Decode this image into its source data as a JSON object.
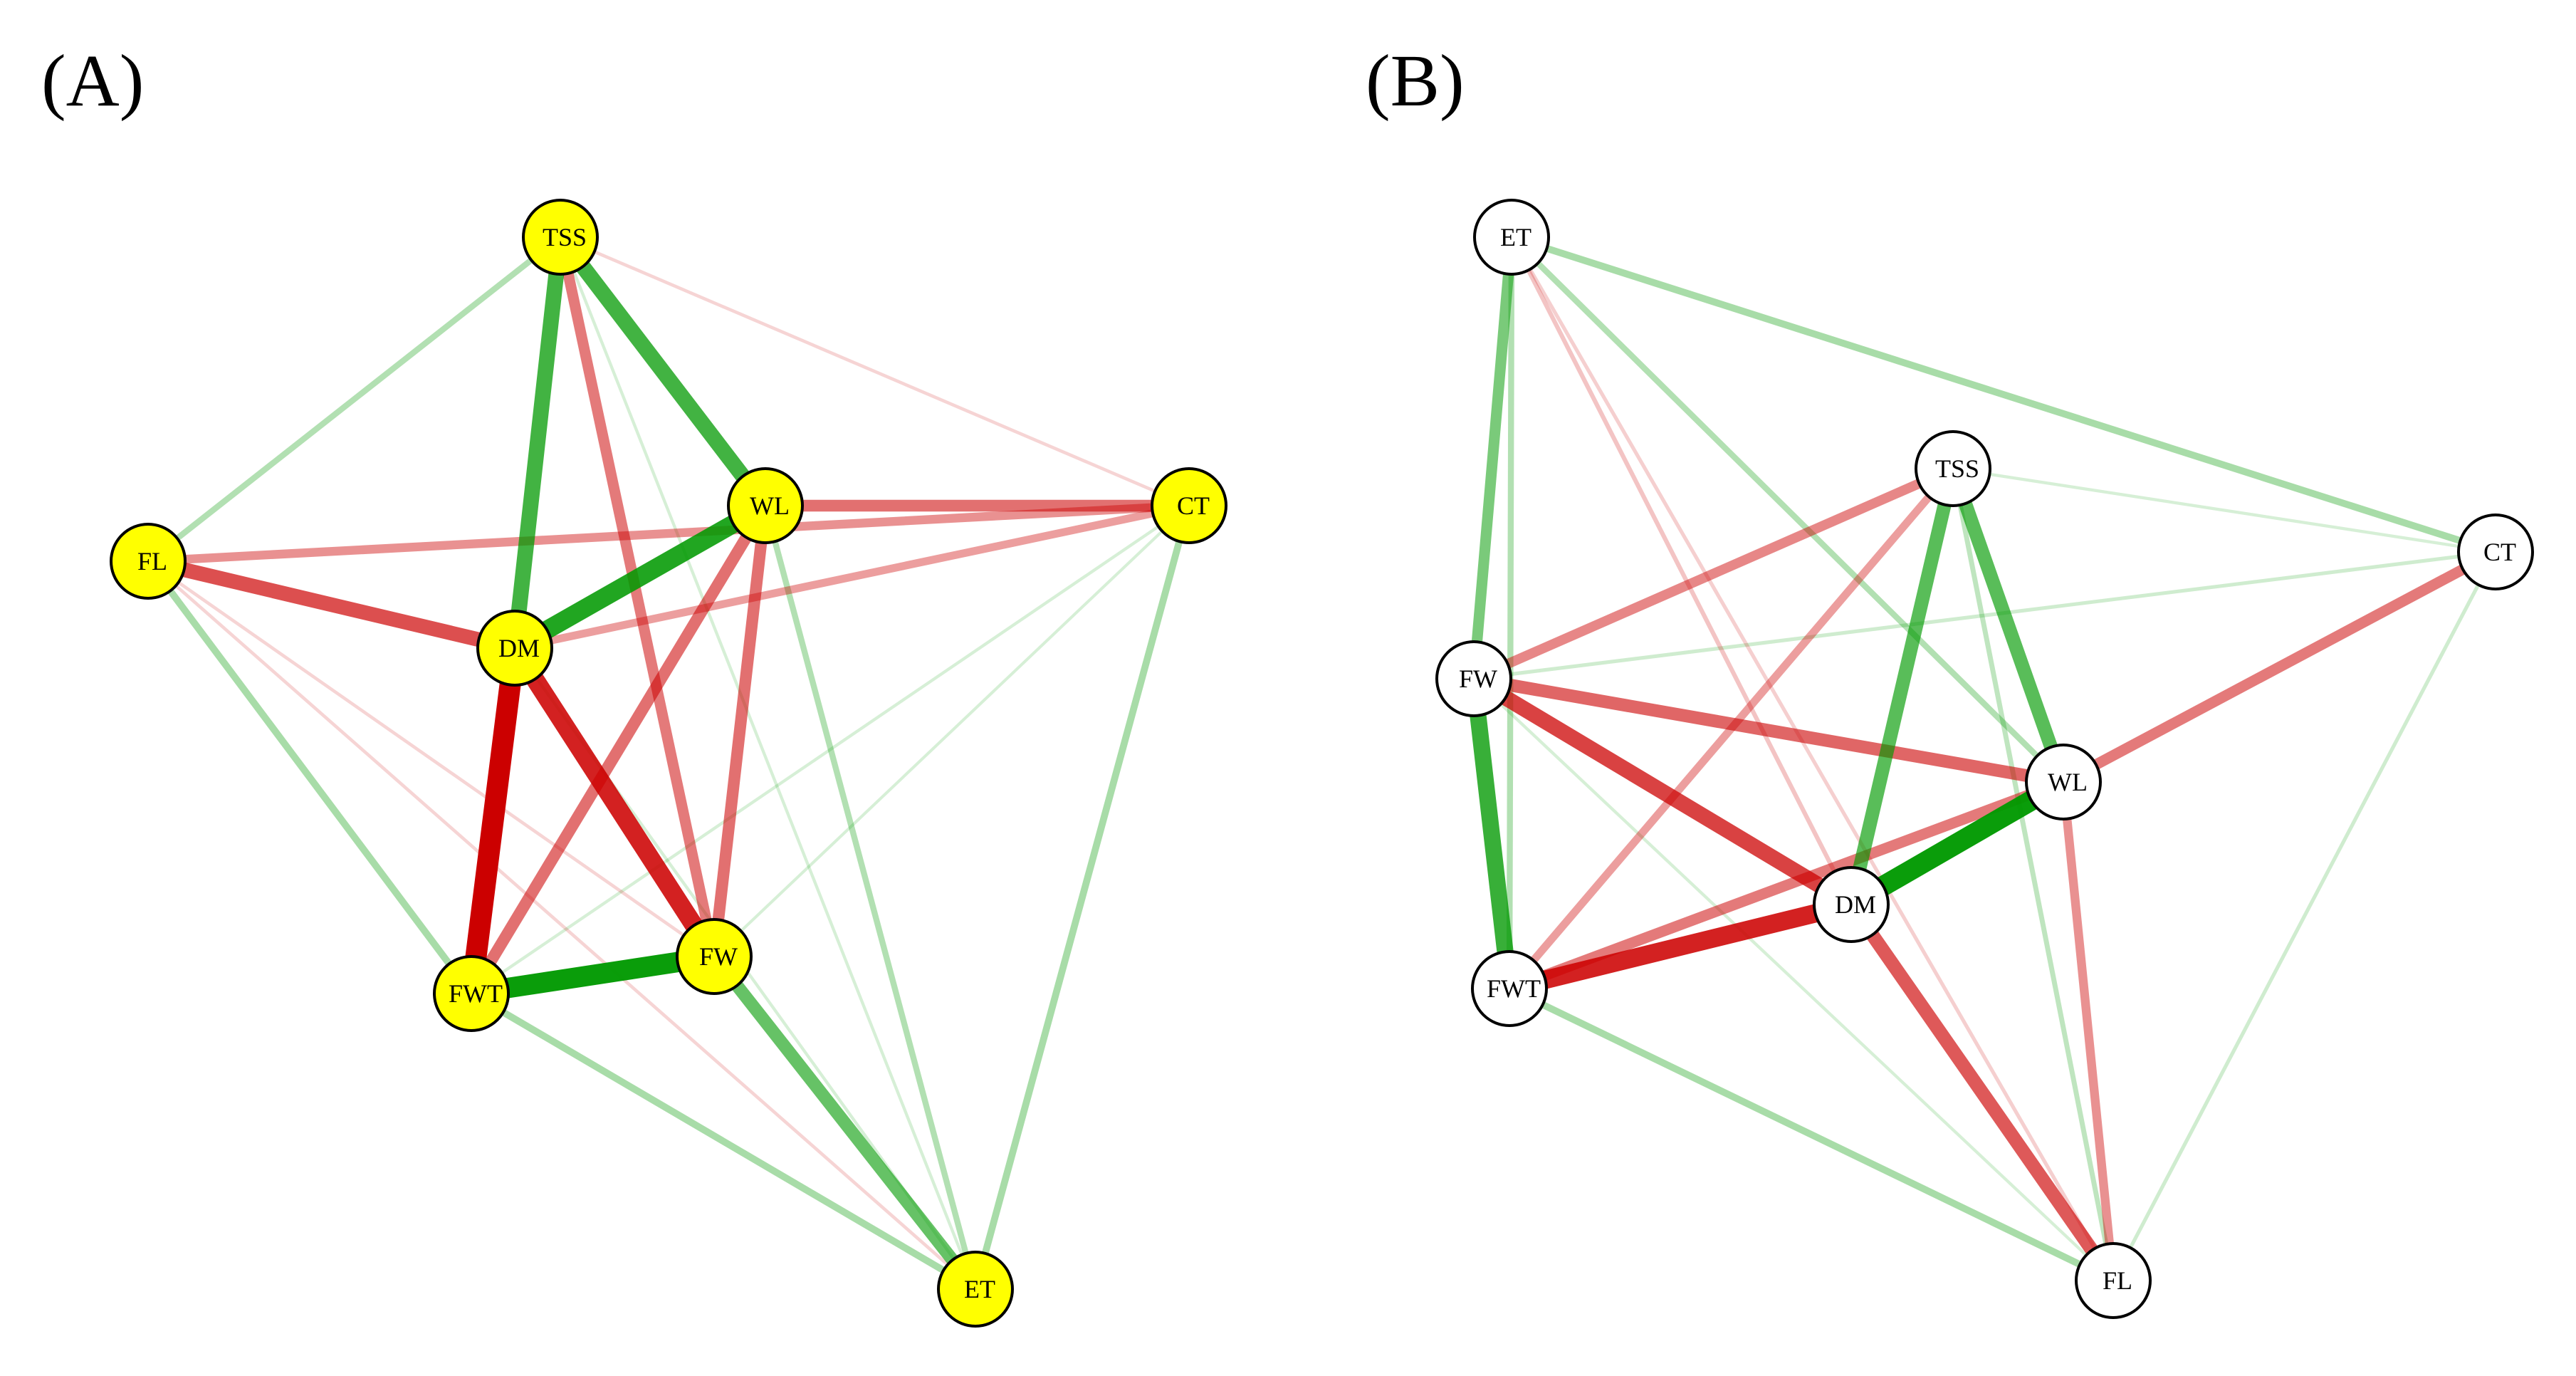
{
  "colors": {
    "positive": "#009900",
    "negative": "#cc0000",
    "panel_a_node_fill": "#ffff00",
    "panel_b_node_fill": "#ffffff",
    "node_stroke": "#000000"
  },
  "panels": [
    {
      "label": "(A)",
      "node_fill": "#ffff00",
      "nodes": [
        {
          "id": "TSS",
          "label": "TSS"
        },
        {
          "id": "WL",
          "label": "WL"
        },
        {
          "id": "CT",
          "label": "CT"
        },
        {
          "id": "FL",
          "label": "FL"
        },
        {
          "id": "DM",
          "label": "DM"
        },
        {
          "id": "FW",
          "label": "FW"
        },
        {
          "id": "FWT",
          "label": "FWT"
        },
        {
          "id": "ET",
          "label": "ET"
        }
      ],
      "edges": [
        {
          "from": "DM",
          "to": "FWT",
          "sign": "negative",
          "strength": 1.0
        },
        {
          "from": "DM",
          "to": "FW",
          "sign": "negative",
          "strength": 0.85
        },
        {
          "from": "FWT",
          "to": "FW",
          "sign": "positive",
          "strength": 0.95
        },
        {
          "from": "DM",
          "to": "WL",
          "sign": "positive",
          "strength": 0.85
        },
        {
          "from": "TSS",
          "to": "DM",
          "sign": "positive",
          "strength": 0.7
        },
        {
          "from": "TSS",
          "to": "WL",
          "sign": "positive",
          "strength": 0.7
        },
        {
          "from": "FL",
          "to": "DM",
          "sign": "negative",
          "strength": 0.65
        },
        {
          "from": "FW",
          "to": "ET",
          "sign": "positive",
          "strength": 0.55
        },
        {
          "from": "TSS",
          "to": "FW",
          "sign": "negative",
          "strength": 0.45
        },
        {
          "from": "WL",
          "to": "FWT",
          "sign": "negative",
          "strength": 0.5
        },
        {
          "from": "WL",
          "to": "FW",
          "sign": "negative",
          "strength": 0.5
        },
        {
          "from": "WL",
          "to": "CT",
          "sign": "negative",
          "strength": 0.5
        },
        {
          "from": "FL",
          "to": "CT",
          "sign": "negative",
          "strength": 0.35
        },
        {
          "from": "DM",
          "to": "CT",
          "sign": "negative",
          "strength": 0.3
        },
        {
          "from": "TSS",
          "to": "FL",
          "sign": "positive",
          "strength": 0.2
        },
        {
          "from": "FL",
          "to": "FWT",
          "sign": "positive",
          "strength": 0.25
        },
        {
          "from": "FWT",
          "to": "ET",
          "sign": "positive",
          "strength": 0.25
        },
        {
          "from": "CT",
          "to": "ET",
          "sign": "positive",
          "strength": 0.25
        },
        {
          "from": "WL",
          "to": "ET",
          "sign": "positive",
          "strength": 0.2
        },
        {
          "from": "TSS",
          "to": "CT",
          "sign": "negative",
          "strength": 0.06
        },
        {
          "from": "FL",
          "to": "FW",
          "sign": "negative",
          "strength": 0.06
        },
        {
          "from": "FL",
          "to": "ET",
          "sign": "negative",
          "strength": 0.06
        },
        {
          "from": "DM",
          "to": "ET",
          "sign": "positive",
          "strength": 0.05
        },
        {
          "from": "TSS",
          "to": "ET",
          "sign": "positive",
          "strength": 0.05
        },
        {
          "from": "FWT",
          "to": "CT",
          "sign": "positive",
          "strength": 0.05
        },
        {
          "from": "FW",
          "to": "CT",
          "sign": "positive",
          "strength": 0.04
        }
      ]
    },
    {
      "label": "(B)",
      "node_fill": "#ffffff",
      "nodes": [
        {
          "id": "ET",
          "label": "ET"
        },
        {
          "id": "TSS",
          "label": "TSS"
        },
        {
          "id": "CT",
          "label": "CT"
        },
        {
          "id": "FW",
          "label": "FW"
        },
        {
          "id": "WL",
          "label": "WL"
        },
        {
          "id": "DM",
          "label": "DM"
        },
        {
          "id": "FWT",
          "label": "FWT"
        },
        {
          "id": "FL",
          "label": "FL"
        }
      ],
      "edges": [
        {
          "from": "DM",
          "to": "WL",
          "sign": "positive",
          "strength": 0.95
        },
        {
          "from": "DM",
          "to": "FWT",
          "sign": "negative",
          "strength": 0.85
        },
        {
          "from": "FW",
          "to": "FWT",
          "sign": "positive",
          "strength": 0.75
        },
        {
          "from": "FW",
          "to": "DM",
          "sign": "negative",
          "strength": 0.7
        },
        {
          "from": "TSS",
          "to": "DM",
          "sign": "positive",
          "strength": 0.6
        },
        {
          "from": "TSS",
          "to": "WL",
          "sign": "positive",
          "strength": 0.6
        },
        {
          "from": "DM",
          "to": "FL",
          "sign": "negative",
          "strength": 0.6
        },
        {
          "from": "FW",
          "to": "WL",
          "sign": "negative",
          "strength": 0.55
        },
        {
          "from": "ET",
          "to": "FW",
          "sign": "positive",
          "strength": 0.45
        },
        {
          "from": "WL",
          "to": "CT",
          "sign": "negative",
          "strength": 0.45
        },
        {
          "from": "WL",
          "to": "FWT",
          "sign": "negative",
          "strength": 0.45
        },
        {
          "from": "TSS",
          "to": "FW",
          "sign": "negative",
          "strength": 0.4
        },
        {
          "from": "WL",
          "to": "FL",
          "sign": "negative",
          "strength": 0.35
        },
        {
          "from": "TSS",
          "to": "FWT",
          "sign": "negative",
          "strength": 0.3
        },
        {
          "from": "ET",
          "to": "CT",
          "sign": "positive",
          "strength": 0.25
        },
        {
          "from": "FWT",
          "to": "FL",
          "sign": "positive",
          "strength": 0.25
        },
        {
          "from": "ET",
          "to": "WL",
          "sign": "positive",
          "strength": 0.2
        },
        {
          "from": "ET",
          "to": "DM",
          "sign": "negative",
          "strength": 0.12
        },
        {
          "from": "TSS",
          "to": "FL",
          "sign": "positive",
          "strength": 0.15
        },
        {
          "from": "FW",
          "to": "CT",
          "sign": "positive",
          "strength": 0.08
        },
        {
          "from": "ET",
          "to": "FL",
          "sign": "negative",
          "strength": 0.08
        },
        {
          "from": "CT",
          "to": "FL",
          "sign": "positive",
          "strength": 0.08
        },
        {
          "from": "TSS",
          "to": "CT",
          "sign": "positive",
          "strength": 0.05
        },
        {
          "from": "FW",
          "to": "FL",
          "sign": "positive",
          "strength": 0.05
        },
        {
          "from": "ET",
          "to": "FWT",
          "sign": "positive",
          "strength": 0.2
        }
      ]
    }
  ]
}
